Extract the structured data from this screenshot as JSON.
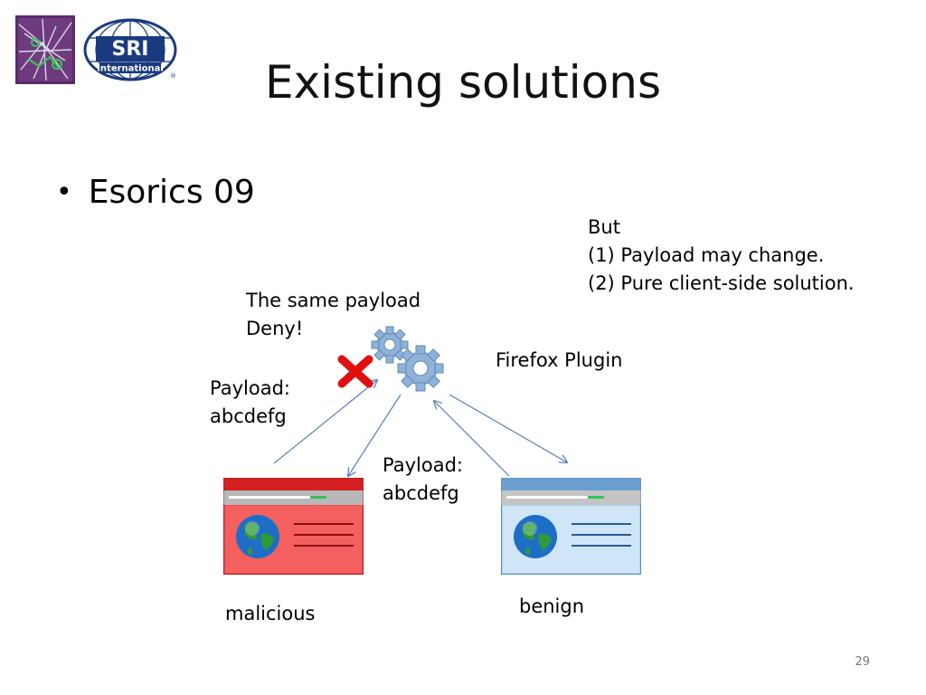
{
  "slide": {
    "title": "Existing solutions",
    "bullet": "Esorics 09",
    "page_number": "29"
  },
  "logos": {
    "sri_line1": "SRI",
    "sri_line2": "International"
  },
  "notes": {
    "but": "But",
    "point1": "(1) Payload may change.",
    "point2": "(2) Pure client-side solution."
  },
  "diagram": {
    "same_payload": "The same payload",
    "deny": "Deny!",
    "plugin_label": "Firefox Plugin",
    "payload_left_line1": "Payload:",
    "payload_left_line2": "abcdefg",
    "payload_mid_line1": "Payload:",
    "payload_mid_line2": "abcdefg",
    "malicious_label": "malicious",
    "benign_label": "benign"
  },
  "colors": {
    "malicious_window": "#f04a4a",
    "benign_window": "#a9d3f0",
    "arrow": "#5b7fb5",
    "deny_mark": "#e01010",
    "gear": "#8fb3d8"
  }
}
